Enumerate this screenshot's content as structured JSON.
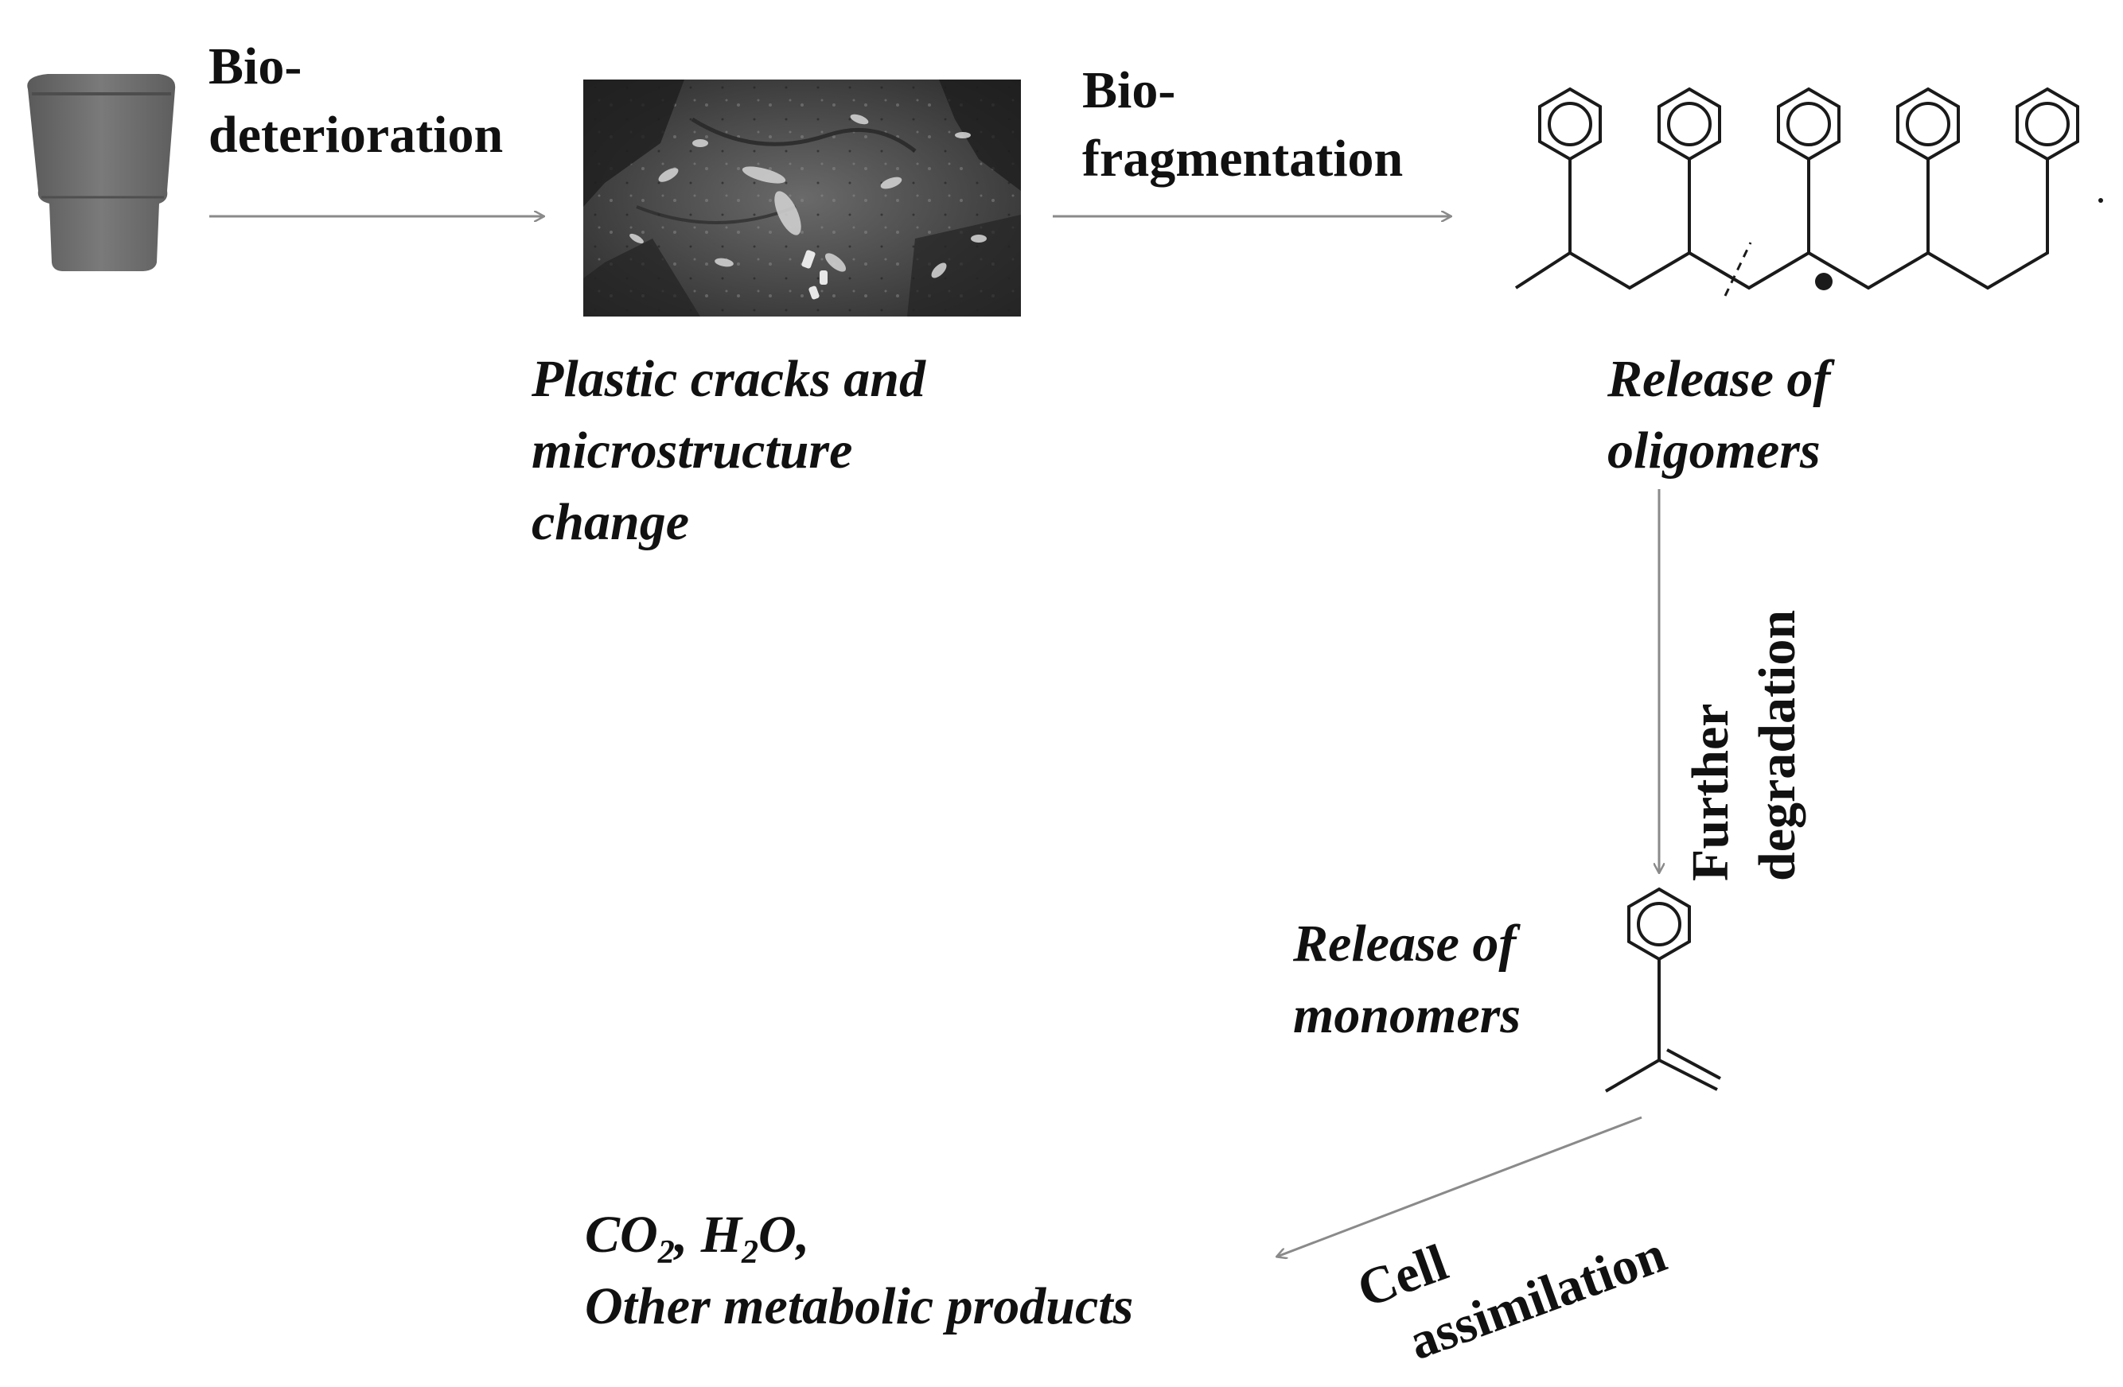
{
  "steps": {
    "biodeterioration": {
      "line1": "Bio-",
      "line2": "deterioration"
    },
    "biofragmentation": {
      "line1": "Bio-",
      "line2": "fragmentation"
    },
    "further_degradation": {
      "line1": "Further",
      "line2": "degradation"
    },
    "cell_assimilation": {
      "line1": "Cell",
      "line2": "assimilation"
    }
  },
  "stages": {
    "plastic_cracks": {
      "line1": "Plastic cracks and",
      "line2": "microstructure",
      "line3": "change"
    },
    "oligomers": {
      "line1": "Release of",
      "line2": "oligomers"
    },
    "monomers": {
      "line1": "Release of",
      "line2": "monomers"
    },
    "products": {
      "co2_base": "CO",
      "co2_sub": "2",
      "sep": ", ",
      "h2o_h": "H",
      "h2o_sub": "2",
      "h2o_o": "O,",
      "line2": "Other metabolic products"
    }
  },
  "colors": {
    "arrow": "#8a8a8a",
    "cup": "#6e6e6e",
    "structure": "#1a1a1a",
    "micrograph_bg": "#4a4a4a"
  },
  "icons": [
    "plastic-cup-icon",
    "sem-micrograph-image",
    "polystyrene-oligomer-structure",
    "styrene-monomer-structure"
  ]
}
